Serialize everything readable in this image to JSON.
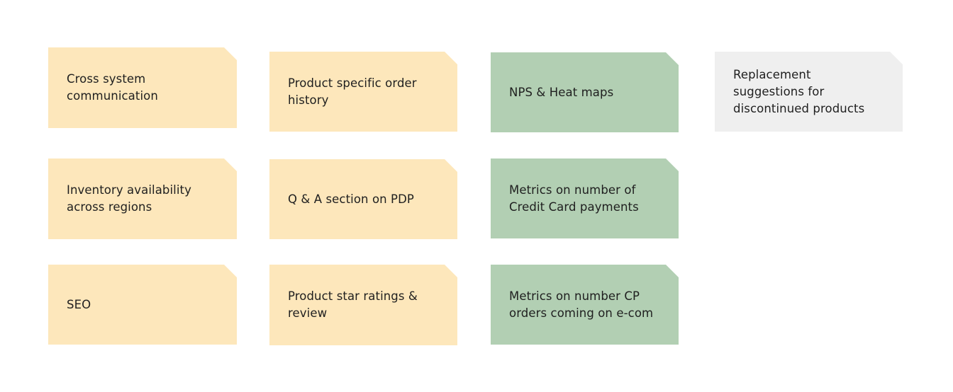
{
  "colors": {
    "yellow": "#fde7bb",
    "green": "#b2cfb3",
    "grey": "#efefef"
  },
  "notes": [
    {
      "text": "Cross system communication",
      "color": "yellow"
    },
    {
      "text": "Product specific order history",
      "color": "yellow"
    },
    {
      "text": "NPS & Heat maps",
      "color": "green"
    },
    {
      "text": "Replacement suggestions for discontinued products",
      "color": "grey"
    },
    {
      "text": "Inventory availability across regions",
      "color": "yellow"
    },
    {
      "text": "Q & A section on PDP",
      "color": "yellow"
    },
    {
      "text": "Metrics on number of Credit Card payments",
      "color": "green"
    },
    {
      "text": "SEO",
      "color": "yellow"
    },
    {
      "text": "Product star ratings & review",
      "color": "yellow"
    },
    {
      "text": "Metrics on number CP orders coming on e-com",
      "color": "green"
    }
  ]
}
